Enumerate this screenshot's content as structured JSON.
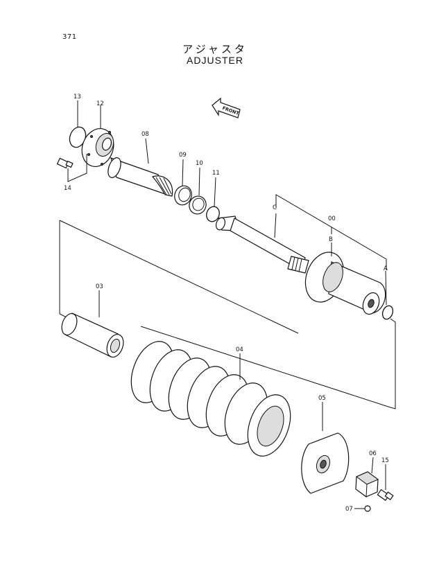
{
  "header": {
    "page_number": "371",
    "title_jp": "アジャスタ",
    "title_en": "ADJUSTER"
  },
  "front_marker": "FRONT",
  "callouts": {
    "p13": "13",
    "p12": "12",
    "p08": "08",
    "p09": "09",
    "p10": "10",
    "p11": "11",
    "p14": "14",
    "p00": "00",
    "pA": "A",
    "pB": "B",
    "pC": "C",
    "p03": "03",
    "p04": "04",
    "p05": "05",
    "p06": "06",
    "p15": "15",
    "p07": "07"
  }
}
